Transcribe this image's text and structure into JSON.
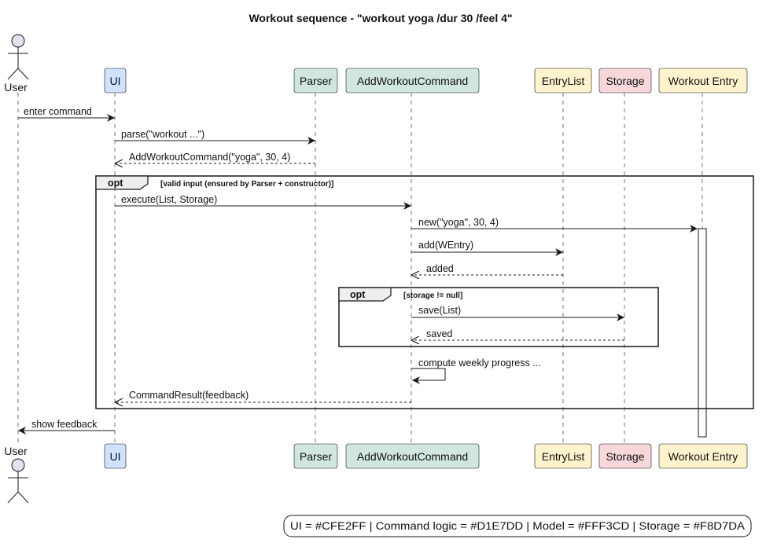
{
  "title": "Workout sequence - \"workout yoga /dur 30 /feel 4\"",
  "participants": [
    {
      "id": "user",
      "label": "User",
      "kind": "actor"
    },
    {
      "id": "ui",
      "label": "UI",
      "kind": "box",
      "color": "#CFE2FF"
    },
    {
      "id": "parser",
      "label": "Parser",
      "kind": "box",
      "color": "#D1E7DD"
    },
    {
      "id": "cmd",
      "label": "AddWorkoutCommand",
      "kind": "box",
      "color": "#D1E7DD"
    },
    {
      "id": "entrylist",
      "label": "EntryList",
      "kind": "box",
      "color": "#FFF3CD"
    },
    {
      "id": "storage",
      "label": "Storage",
      "kind": "box",
      "color": "#F8D7DA"
    },
    {
      "id": "workout",
      "label": "Workout Entry",
      "kind": "box",
      "color": "#FFF3CD"
    }
  ],
  "messages": [
    {
      "from": "user",
      "to": "ui",
      "label": "enter command",
      "style": "sync"
    },
    {
      "from": "ui",
      "to": "parser",
      "label": "parse(\"workout ...\")",
      "style": "sync"
    },
    {
      "from": "parser",
      "to": "ui",
      "label": "AddWorkoutCommand(\"yoga\", 30, 4)",
      "style": "return"
    },
    {
      "from": "ui",
      "to": "cmd",
      "label": "execute(List, Storage)",
      "style": "sync"
    },
    {
      "from": "cmd",
      "to": "workout",
      "label": "new(\"yoga\", 30, 4)",
      "style": "sync"
    },
    {
      "from": "cmd",
      "to": "entrylist",
      "label": "add(WEntry)",
      "style": "sync"
    },
    {
      "from": "entrylist",
      "to": "cmd",
      "label": "added",
      "style": "return"
    },
    {
      "from": "cmd",
      "to": "storage",
      "label": "save(List)",
      "style": "sync"
    },
    {
      "from": "storage",
      "to": "cmd",
      "label": "saved",
      "style": "return"
    },
    {
      "from": "cmd",
      "to": "cmd",
      "label": "compute weekly progress ...",
      "style": "self"
    },
    {
      "from": "cmd",
      "to": "ui",
      "label": "CommandResult(feedback)",
      "style": "return"
    },
    {
      "from": "ui",
      "to": "user",
      "label": "show feedback",
      "style": "sync"
    }
  ],
  "fragments": [
    {
      "keyword": "opt",
      "guard": "[valid input (ensured by Parser + constructor)]"
    },
    {
      "keyword": "opt",
      "guard": "[storage != null]"
    }
  ],
  "legend": "UI = #CFE2FF | Command logic = #D1E7DD | Model = #FFF3CD | Storage = #F8D7DA",
  "colors": {
    "ui": "#CFE2FF",
    "command_logic": "#D1E7DD",
    "model": "#FFF3CD",
    "storage": "#F8D7DA",
    "actor_fill": "#E2E2F0",
    "line": "#181818"
  }
}
